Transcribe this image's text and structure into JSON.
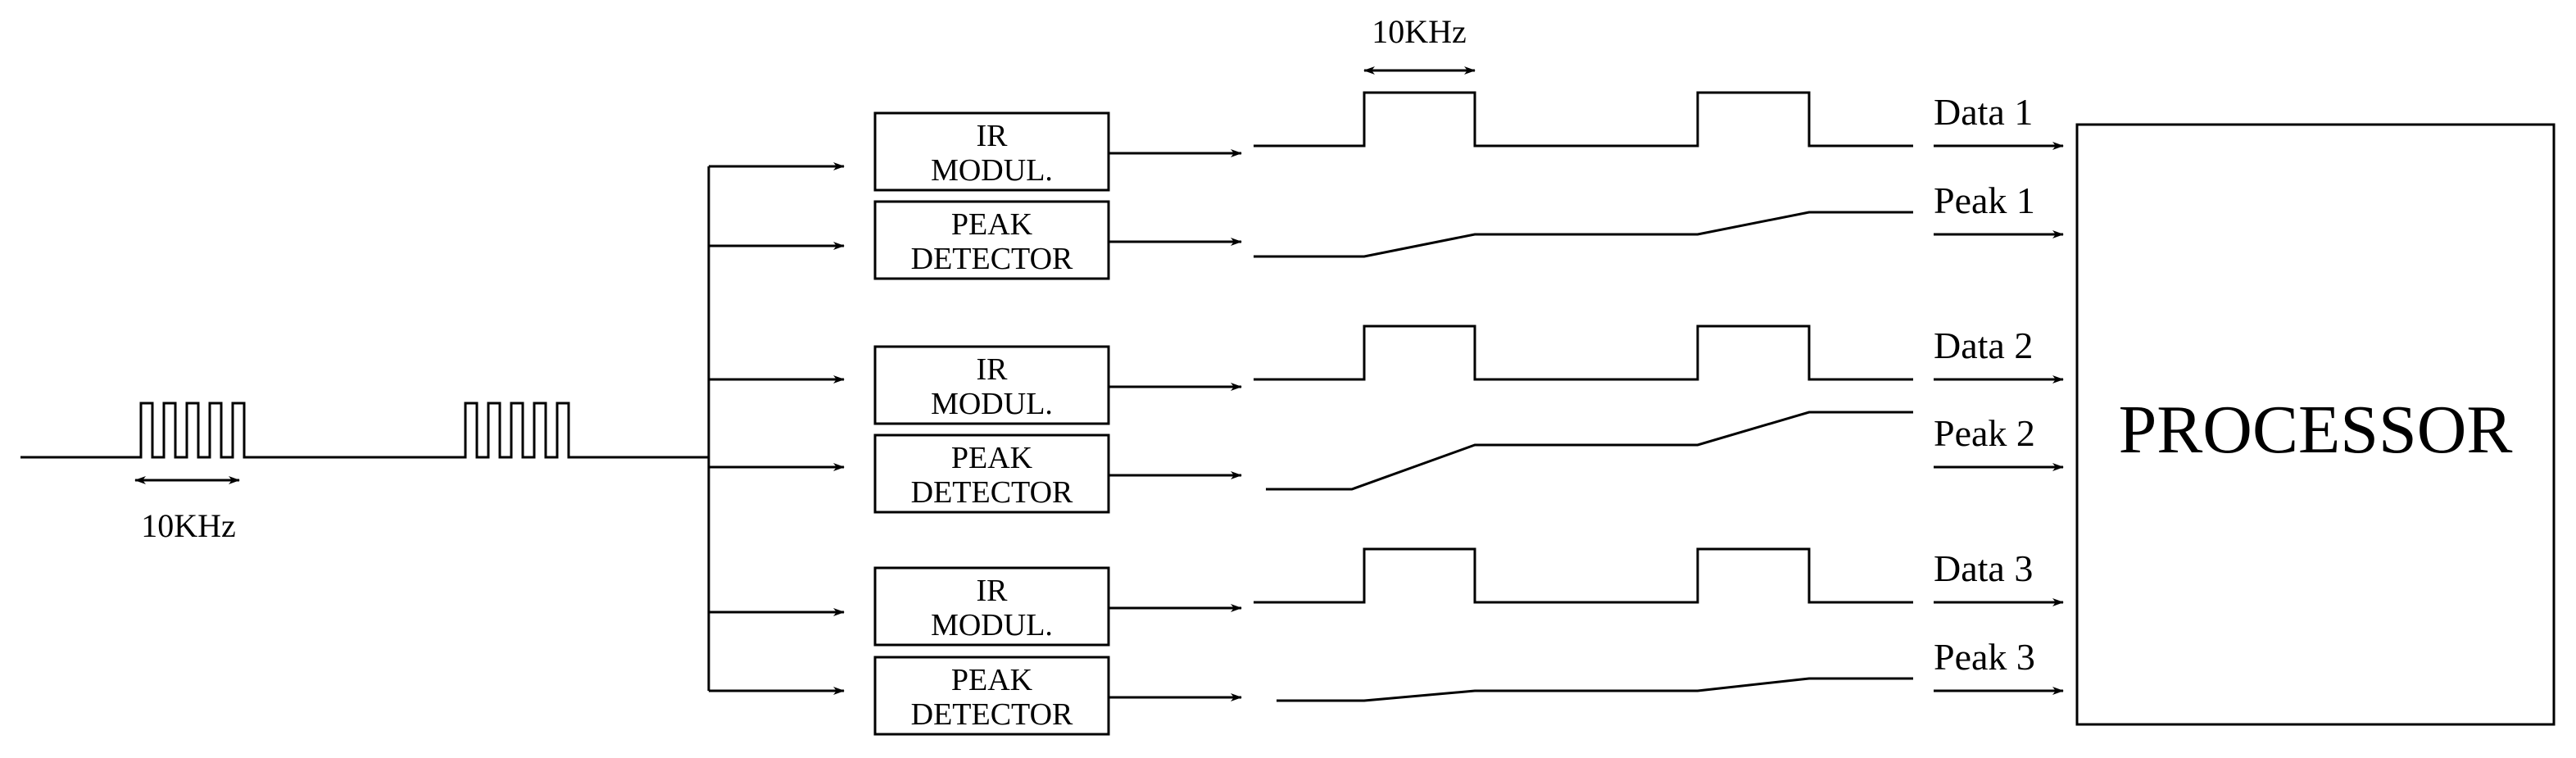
{
  "input": {
    "freq_label": "10KHz"
  },
  "blocks": [
    {
      "line1": "IR",
      "line2": "MODUL."
    },
    {
      "line1": "PEAK",
      "line2": "DETECTOR"
    },
    {
      "line1": "IR",
      "line2": "MODUL."
    },
    {
      "line1": "PEAK",
      "line2": "DETECTOR"
    },
    {
      "line1": "IR",
      "line2": "MODUL."
    },
    {
      "line1": "PEAK",
      "line2": "DETECTOR"
    }
  ],
  "waveform": {
    "freq_label": "10KHz"
  },
  "signals": [
    {
      "label": "Data 1"
    },
    {
      "label": "Peak 1"
    },
    {
      "label": "Data 2"
    },
    {
      "label": "Peak 2"
    },
    {
      "label": "Data 3"
    },
    {
      "label": "Peak 3"
    }
  ],
  "processor": {
    "label": "PROCESSOR"
  }
}
